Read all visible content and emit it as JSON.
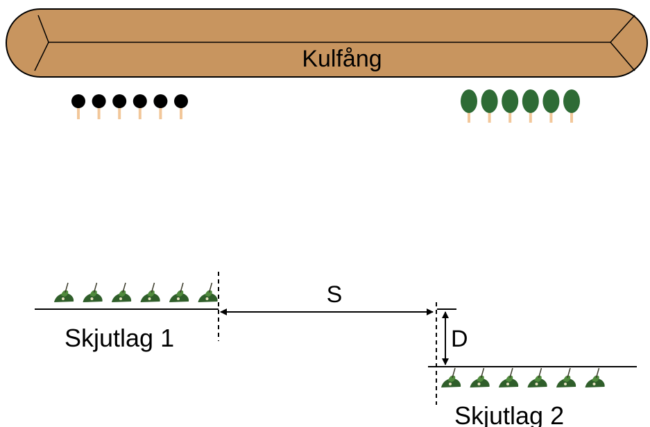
{
  "berm": {
    "label": "Kulfång",
    "fill": "#c8955f",
    "stroke": "#000000"
  },
  "targets_left": {
    "count": 6,
    "head_color": "#000000",
    "post_color": "#f2c79a"
  },
  "targets_right": {
    "count": 6,
    "head_color": "#2e6b35",
    "post_color": "#f2c79a"
  },
  "firing_line_1": {
    "label": "Skjutlag 1",
    "shooters": 6
  },
  "firing_line_2": {
    "label": "Skjutlag 2",
    "shooters": 6
  },
  "dimension_s": {
    "label": "S"
  },
  "dimension_d": {
    "label": "D"
  },
  "colors": {
    "shooter_dark": "#2f5e2a",
    "shooter_light": "#4f8a3c"
  }
}
